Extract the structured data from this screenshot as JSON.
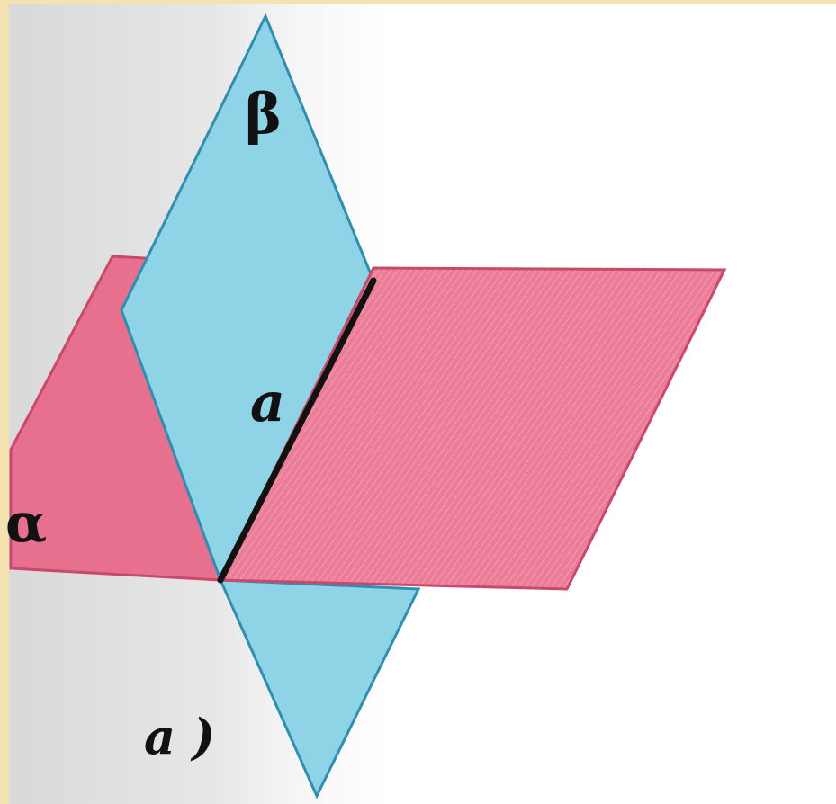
{
  "figure": {
    "plane_beta_label": "β",
    "plane_alpha_label": "α",
    "intersection_line_label": "a",
    "caption": "a )"
  },
  "colors": {
    "plane_beta": "#8fd3e6",
    "plane_beta_edge": "#2f8fb1",
    "plane_alpha": "#e8708f",
    "plane_alpha_edge": "#c9496c",
    "intersection_line": "#111111",
    "frame_border": "#f4e2b0"
  }
}
